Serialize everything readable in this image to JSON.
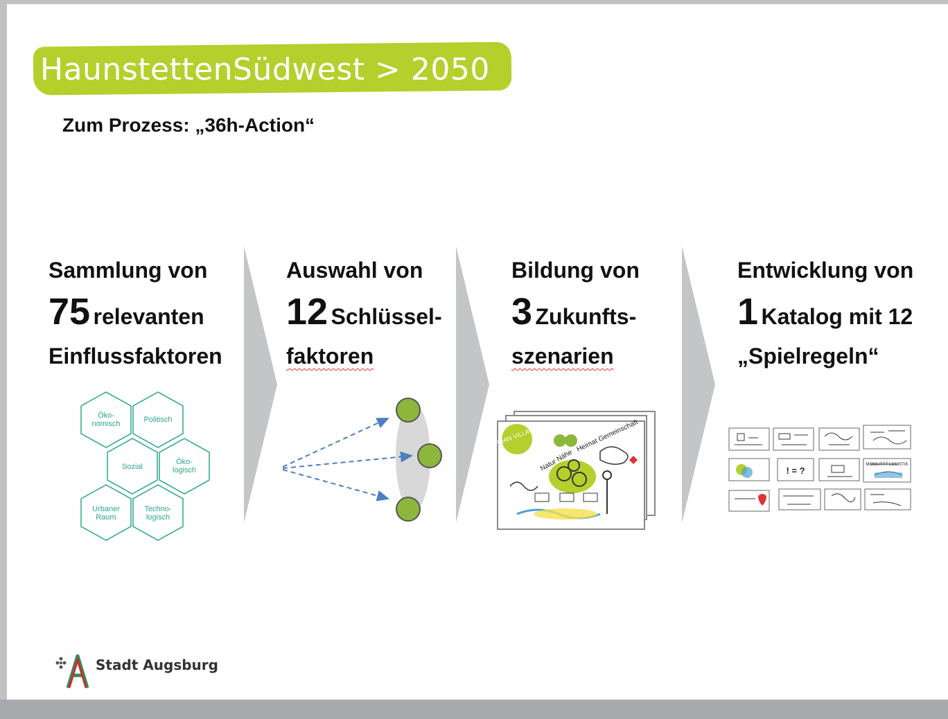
{
  "title": "HaunstettenSüdwest > 2050",
  "subtitle": "Zum Prozess: „36h-Action“",
  "steps": [
    {
      "line1": "Sammlung von",
      "number": "75",
      "word": "relevanten",
      "line3": "Einflussfaktoren"
    },
    {
      "line1": "Auswahl von",
      "number": "12",
      "word": "Schlüssel-",
      "line3": "faktoren"
    },
    {
      "line1": "Bildung von",
      "number": "3",
      "word": "Zukunfts-",
      "line3": "szenarien"
    },
    {
      "line1": "Entwicklung von",
      "number": "1",
      "word": "Katalog mit 12",
      "line3": "„Spielregeln“"
    }
  ],
  "hexagons": [
    "Öko-",
    "nomisch",
    "Politisch",
    "Sozial",
    "Öko-",
    "logisch",
    "Urbaner",
    "Raum",
    "Techno-",
    "logisch"
  ],
  "scenario_card_labels": [
    "URBAN VILLAGES",
    "Heimat Gemeinschaft",
    "Natur Nähe"
  ],
  "catalog_labels": [
    "! = ?",
    "MOBILITÄT LOGISTIK"
  ],
  "logo_text": "Stadt Augsburg",
  "colors": {
    "accent_green": "#b5cf2c",
    "hex_teal": "#2aa58a",
    "node_green": "#8db63c",
    "arrow_blue": "#4a7fc0",
    "chevron_gray": "#c4c5c7"
  }
}
